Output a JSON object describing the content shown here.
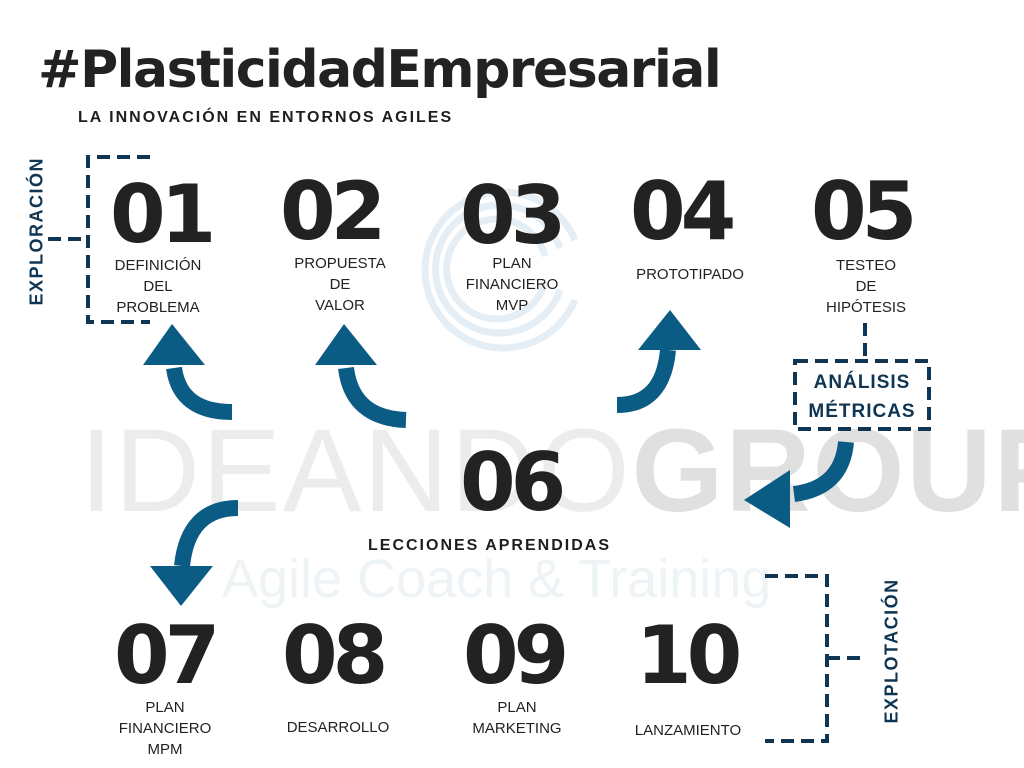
{
  "header": {
    "title": "#PlasticidadEmpresarial",
    "subtitle": "LA INNOVACIÓN EN ENTORNOS AGILES"
  },
  "watermark": {
    "brand_light": "IDEANDO",
    "brand_bold": "GROUP",
    "tagline": "Agile Coach & Training"
  },
  "side_labels": {
    "exploration": "EXPLORACIÓN",
    "exploitation": "EXPLOTACIÓN"
  },
  "metrics_box": {
    "line1": "ANÁLISIS",
    "line2": "MÉTRICAS"
  },
  "center": {
    "number": "06",
    "label": "LECCIONES APRENDIDAS"
  },
  "steps": [
    {
      "number": "01",
      "label": "DEFINICIÓN\nDEL\nPROBLEMA"
    },
    {
      "number": "02",
      "label": "PROPUESTA\nDE\nVALOR"
    },
    {
      "number": "03",
      "label": "PLAN\nFINANCIERO\nMVP"
    },
    {
      "number": "04",
      "label": "PROTOTIPADO"
    },
    {
      "number": "05",
      "label": "TESTEO\nDE\nHIPÓTESIS"
    },
    {
      "number": "07",
      "label": "PLAN\nFINANCIERO\nMPM"
    },
    {
      "number": "08",
      "label": "DESARROLLO"
    },
    {
      "number": "09",
      "label": "PLAN\nMARKETING"
    },
    {
      "number": "10",
      "label": "LANZAMIENTO"
    }
  ],
  "colors": {
    "arrow": "#0b5c85",
    "bracket": "#0e3553",
    "text": "#222222"
  }
}
